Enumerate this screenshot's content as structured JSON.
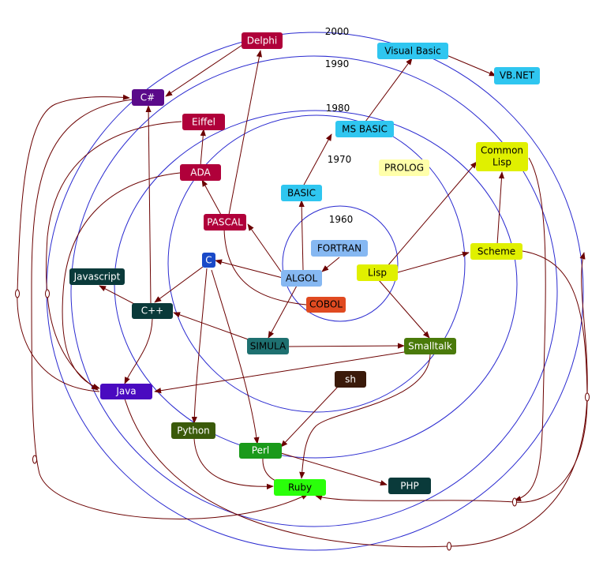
{
  "rings": [
    {
      "id": "r1960",
      "label": "1960"
    },
    {
      "id": "r1970",
      "label": "1970"
    },
    {
      "id": "r1980",
      "label": "1980"
    },
    {
      "id": "r1990",
      "label": "1990"
    },
    {
      "id": "r2000",
      "label": "2000"
    }
  ],
  "nodes": [
    {
      "id": "delphi",
      "label": "Delphi",
      "fill": "#b0003a",
      "text": "#ffffff"
    },
    {
      "id": "vbasic",
      "label": "Visual Basic",
      "fill": "#2fc6f0",
      "text": "#000000"
    },
    {
      "id": "vbnet",
      "label": "VB.NET",
      "fill": "#2fc6f0",
      "text": "#000000"
    },
    {
      "id": "csharp",
      "label": "C#",
      "fill": "#5a0a8a",
      "text": "#ffffff"
    },
    {
      "id": "eiffel",
      "label": "Eiffel",
      "fill": "#b0003a",
      "text": "#ffffff"
    },
    {
      "id": "msbasic",
      "label": "MS BASIC",
      "fill": "#2fc6f0",
      "text": "#000000"
    },
    {
      "id": "commonlisp",
      "label": "Common\nLisp",
      "fill": "#e0f000",
      "text": "#000000"
    },
    {
      "id": "prolog",
      "label": "PROLOG",
      "fill": "#ffffaa",
      "text": "#000000"
    },
    {
      "id": "ada",
      "label": "ADA",
      "fill": "#b0003a",
      "text": "#ffffff"
    },
    {
      "id": "basic",
      "label": "BASIC",
      "fill": "#2fc6f0",
      "text": "#000000"
    },
    {
      "id": "pascal",
      "label": "PASCAL",
      "fill": "#b0003a",
      "text": "#ffffff"
    },
    {
      "id": "fortran",
      "label": "FORTRAN",
      "fill": "#86b8f2",
      "text": "#000000"
    },
    {
      "id": "c",
      "label": "C",
      "fill": "#1a4ac8",
      "text": "#ffffff"
    },
    {
      "id": "scheme",
      "label": "Scheme",
      "fill": "#e0f000",
      "text": "#000000"
    },
    {
      "id": "javascript",
      "label": "Javascript",
      "fill": "#0a3a3a",
      "text": "#ffffff"
    },
    {
      "id": "algol",
      "label": "ALGOL",
      "fill": "#86b8f2",
      "text": "#000000"
    },
    {
      "id": "lisp",
      "label": "Lisp",
      "fill": "#e0f000",
      "text": "#000000"
    },
    {
      "id": "cobol",
      "label": "COBOL",
      "fill": "#e04a20",
      "text": "#000000"
    },
    {
      "id": "cpp",
      "label": "C++",
      "fill": "#0a3a3a",
      "text": "#ffffff"
    },
    {
      "id": "simula",
      "label": "SIMULA",
      "fill": "#1e7070",
      "text": "#000000"
    },
    {
      "id": "smalltalk",
      "label": "Smalltalk",
      "fill": "#4a7a0a",
      "text": "#ffffff"
    },
    {
      "id": "sh",
      "label": "sh",
      "fill": "#3a1a0a",
      "text": "#ffffff"
    },
    {
      "id": "java",
      "label": "Java",
      "fill": "#4a0ac0",
      "text": "#ffffff"
    },
    {
      "id": "python",
      "label": "Python",
      "fill": "#3a5a0a",
      "text": "#ffffff"
    },
    {
      "id": "perl",
      "label": "Perl",
      "fill": "#1a9a1a",
      "text": "#ffffff"
    },
    {
      "id": "ruby",
      "label": "Ruby",
      "fill": "#2aff0a",
      "text": "#000000"
    },
    {
      "id": "php",
      "label": "PHP",
      "fill": "#0a3a3a",
      "text": "#ffffff"
    }
  ],
  "colors": {
    "ring": "#2a2ad0",
    "edge": "#6b0000"
  }
}
